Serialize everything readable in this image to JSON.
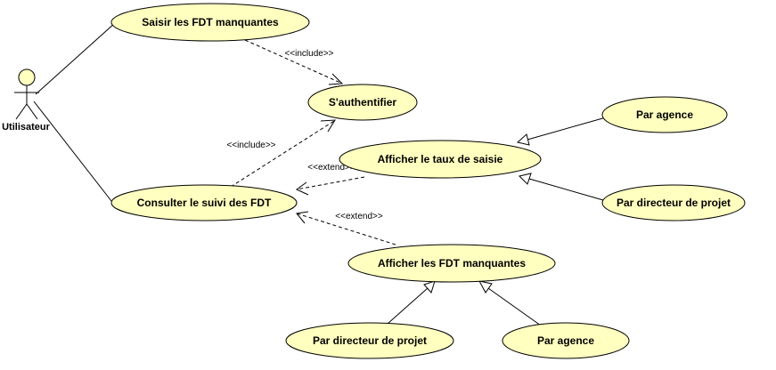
{
  "actor": {
    "name": "Utilisateur"
  },
  "use_cases": {
    "saisir": "Saisir les FDT manquantes",
    "authentifier": "S'authentifier",
    "consulter": "Consulter le suivi des FDT",
    "afficher_taux": "Afficher le taux de saisie",
    "par_agence_1": "Par agence",
    "par_directeur_1": "Par directeur de projet",
    "afficher_fdt": "Afficher les FDT manquantes",
    "par_directeur_2": "Par directeur de projet",
    "par_agence_2": "Par agence"
  },
  "stereotypes": {
    "include_1": "<<include>>",
    "include_2": "<<include>>",
    "extend_1": "<<extend>>",
    "extend_2": "<<extend>>"
  },
  "colors": {
    "use_case_fill": "#ffffc0",
    "stroke": "#000000"
  }
}
